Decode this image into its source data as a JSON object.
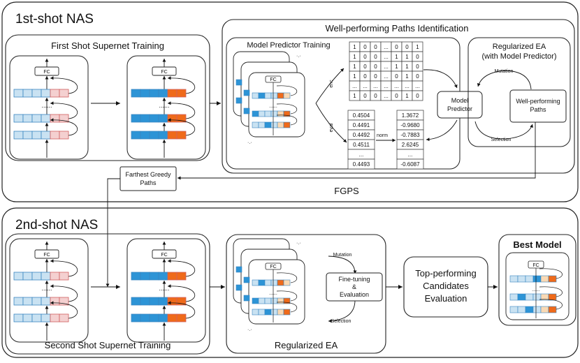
{
  "section1": {
    "title": "1st-shot NAS",
    "first_training": "First Shot Supernet Training",
    "identification": "Well-performing Paths Identification",
    "predictor_training": "Model Predictor Training",
    "enc": "enc",
    "eval": "eval",
    "norm": "norm",
    "model_predictor": [
      "Model",
      "Predictor"
    ],
    "regularized_ea": [
      "Regularized EA",
      "(with Model Predictor)"
    ],
    "mutation": "Mutation",
    "selection": "Selection",
    "well_performing_paths": [
      "Well-performing",
      "Paths"
    ],
    "matrix_rows": [
      [
        "1",
        "0",
        "0",
        "...",
        "0",
        "0",
        "1"
      ],
      [
        "1",
        "0",
        "0",
        "...",
        "1",
        "1",
        "0"
      ],
      [
        "1",
        "0",
        "0",
        "...",
        "1",
        "1",
        "0"
      ],
      [
        "1",
        "0",
        "0",
        "...",
        "0",
        "1",
        "0"
      ],
      [
        "...",
        "...",
        "...",
        "...",
        "...",
        "...",
        "..."
      ],
      [
        "1",
        "0",
        "0",
        "...",
        "0",
        "1",
        "0"
      ]
    ],
    "eval_values": [
      "0.4504",
      "0.4491",
      "0.4492",
      "0.4511",
      "...",
      "0.4493"
    ],
    "norm_values": [
      "1.3672",
      "-0.9680",
      "-0.7883",
      "2.6245",
      "...",
      "-0.6087"
    ]
  },
  "fgps": {
    "box": [
      "Farthest Greedy",
      "Paths"
    ],
    "label": "FGPS"
  },
  "section2": {
    "title": "2nd-shot NAS",
    "second_training": "Second Shot Supernet Training",
    "mutation": "Mutation",
    "selection": "Selection",
    "finetune": [
      "Fine-tuning",
      "&",
      "Evaluation"
    ],
    "regularized_ea": "Regularized EA",
    "top_candidates": [
      "Top-performing",
      "Candidates",
      "Evaluation"
    ],
    "best_model": "Best Model"
  },
  "fc_label": "FC",
  "dots": "......",
  "colors": {
    "light_blue": "#c9e2f2",
    "blue": "#2d94d6",
    "light_pink": "#f4d0d0",
    "orange": "#ef6a1a",
    "light_orange": "#f9d9b4"
  }
}
